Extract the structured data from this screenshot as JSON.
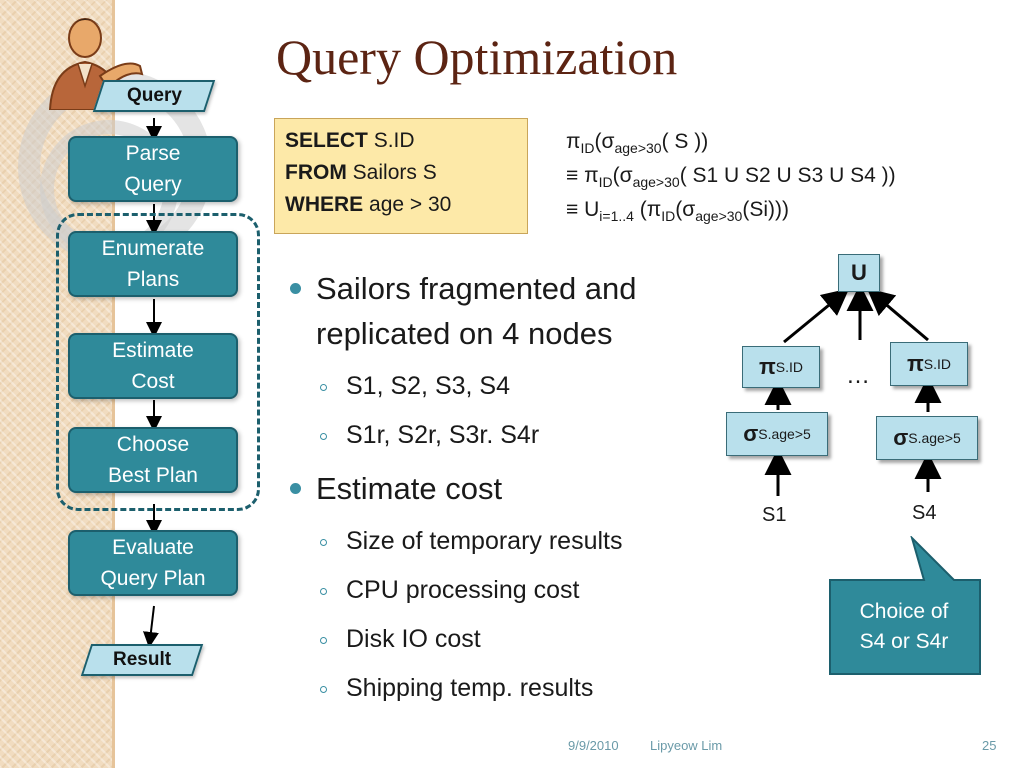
{
  "slide": {
    "title": "Query Optimization",
    "footer_date": "9/9/2010",
    "footer_author": "Lipyeow Lim",
    "page_number": "25"
  },
  "flowchart": {
    "input_label": "Query",
    "steps": [
      "Parse\nQuery",
      "Enumerate\nPlans",
      "Estimate\nCost",
      "Choose\nBest Plan",
      "Evaluate\nQuery Plan"
    ],
    "output_label": "Result"
  },
  "sql": {
    "select_kw": "SELECT",
    "select_val": "S.ID",
    "from_kw": "FROM",
    "from_val": "Sailors S",
    "where_kw": "WHERE",
    "where_val": "age  > 30"
  },
  "formulas": {
    "line1": {
      "pi": "π",
      "pi_sub": "ID",
      "open": "(",
      "sigma": "σ",
      "sigma_sub": "age>30",
      "rest": "( S ))"
    },
    "line2": {
      "equiv": "≡",
      "pi": "π",
      "pi_sub": "ID",
      "open": "(",
      "sigma": "σ",
      "sigma_sub": "age>30",
      "rest": "( S1 U S2 U S3 U S4 ))"
    },
    "line3": {
      "equiv": "≡",
      "union": "U",
      "union_sub": "i=1..4",
      "mid": " (π",
      "pi_sub": "ID",
      "open": "(",
      "sigma": "σ",
      "sigma_sub": "age>30",
      "rest": "(Si)))"
    }
  },
  "bullets": [
    {
      "text": "Sailors fragmented and replicated on 4 nodes",
      "sub": [
        "S1, S2, S3, S4",
        "S1r, S2r, S3r. S4r"
      ]
    },
    {
      "text": "Estimate cost",
      "sub": [
        "Size of temporary results",
        "CPU processing cost",
        "Disk IO cost",
        "Shipping temp. results"
      ]
    }
  ],
  "tree": {
    "root": "U",
    "project_symbol": "π",
    "project_sub": "S.ID",
    "select_symbol": "σ",
    "select_sub": "S.age>5",
    "ellipsis": "…",
    "leaf_left": "S1",
    "leaf_right": "S4"
  },
  "callout": {
    "text": "Choice of\nS4 or S4r",
    "fill": "#2f8a9a"
  },
  "colors": {
    "title": "#5c2413",
    "flow_fill": "#2f8a9a",
    "node_fill": "#b9e0ec",
    "sql_fill": "#fde9a8"
  }
}
